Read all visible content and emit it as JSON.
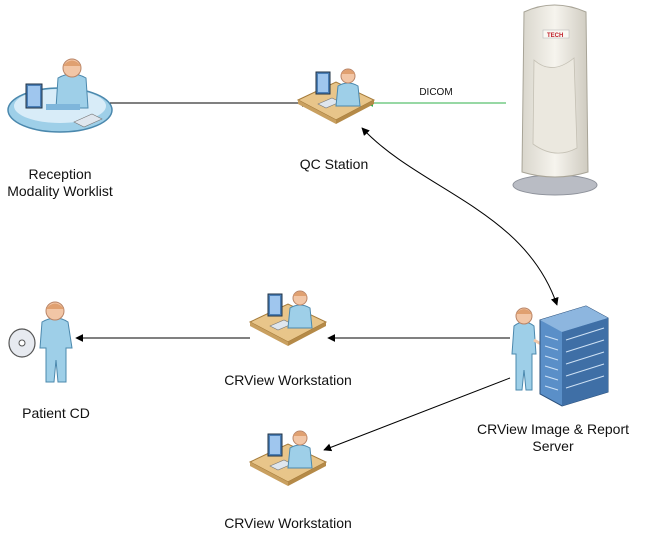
{
  "nodes": {
    "reception": {
      "line1": "Reception",
      "line2": "Modality Worklist",
      "icon": "person-at-workstation-icon"
    },
    "qc_station": {
      "label": "QC Station",
      "icon": "person-at-workstation-icon"
    },
    "cr_device": {
      "brand": "TECH",
      "icon": "cr-reader-device"
    },
    "patient_cd": {
      "label": "Patient CD",
      "icon": "person-with-cd-icon"
    },
    "workstation_1": {
      "label": "CRView Workstation",
      "icon": "person-at-workstation-icon"
    },
    "workstation_2": {
      "label": "CRView Workstation",
      "icon": "person-at-workstation-icon"
    },
    "server": {
      "line1": "CRView Image & Report",
      "line2": "Server",
      "icon": "server-rack-icon"
    }
  },
  "edges": [
    {
      "from": "reception",
      "to": "qc_station",
      "color": "#000000"
    },
    {
      "from": "cr_device",
      "to": "qc_station",
      "color": "#2fb24a",
      "label": "DICOM"
    },
    {
      "from": "qc_station",
      "to": "server",
      "color": "#000000",
      "bidirectional": true
    },
    {
      "from": "server",
      "to": "workstation_1",
      "color": "#000000"
    },
    {
      "from": "workstation_1",
      "to": "patient_cd",
      "color": "#000000"
    },
    {
      "from": "server",
      "to": "workstation_2",
      "color": "#000000"
    }
  ],
  "colors": {
    "desk": "#e8c58a",
    "person": "#9ecfe8",
    "skin": "#f2c6a6",
    "server": "#5a8fc8"
  }
}
